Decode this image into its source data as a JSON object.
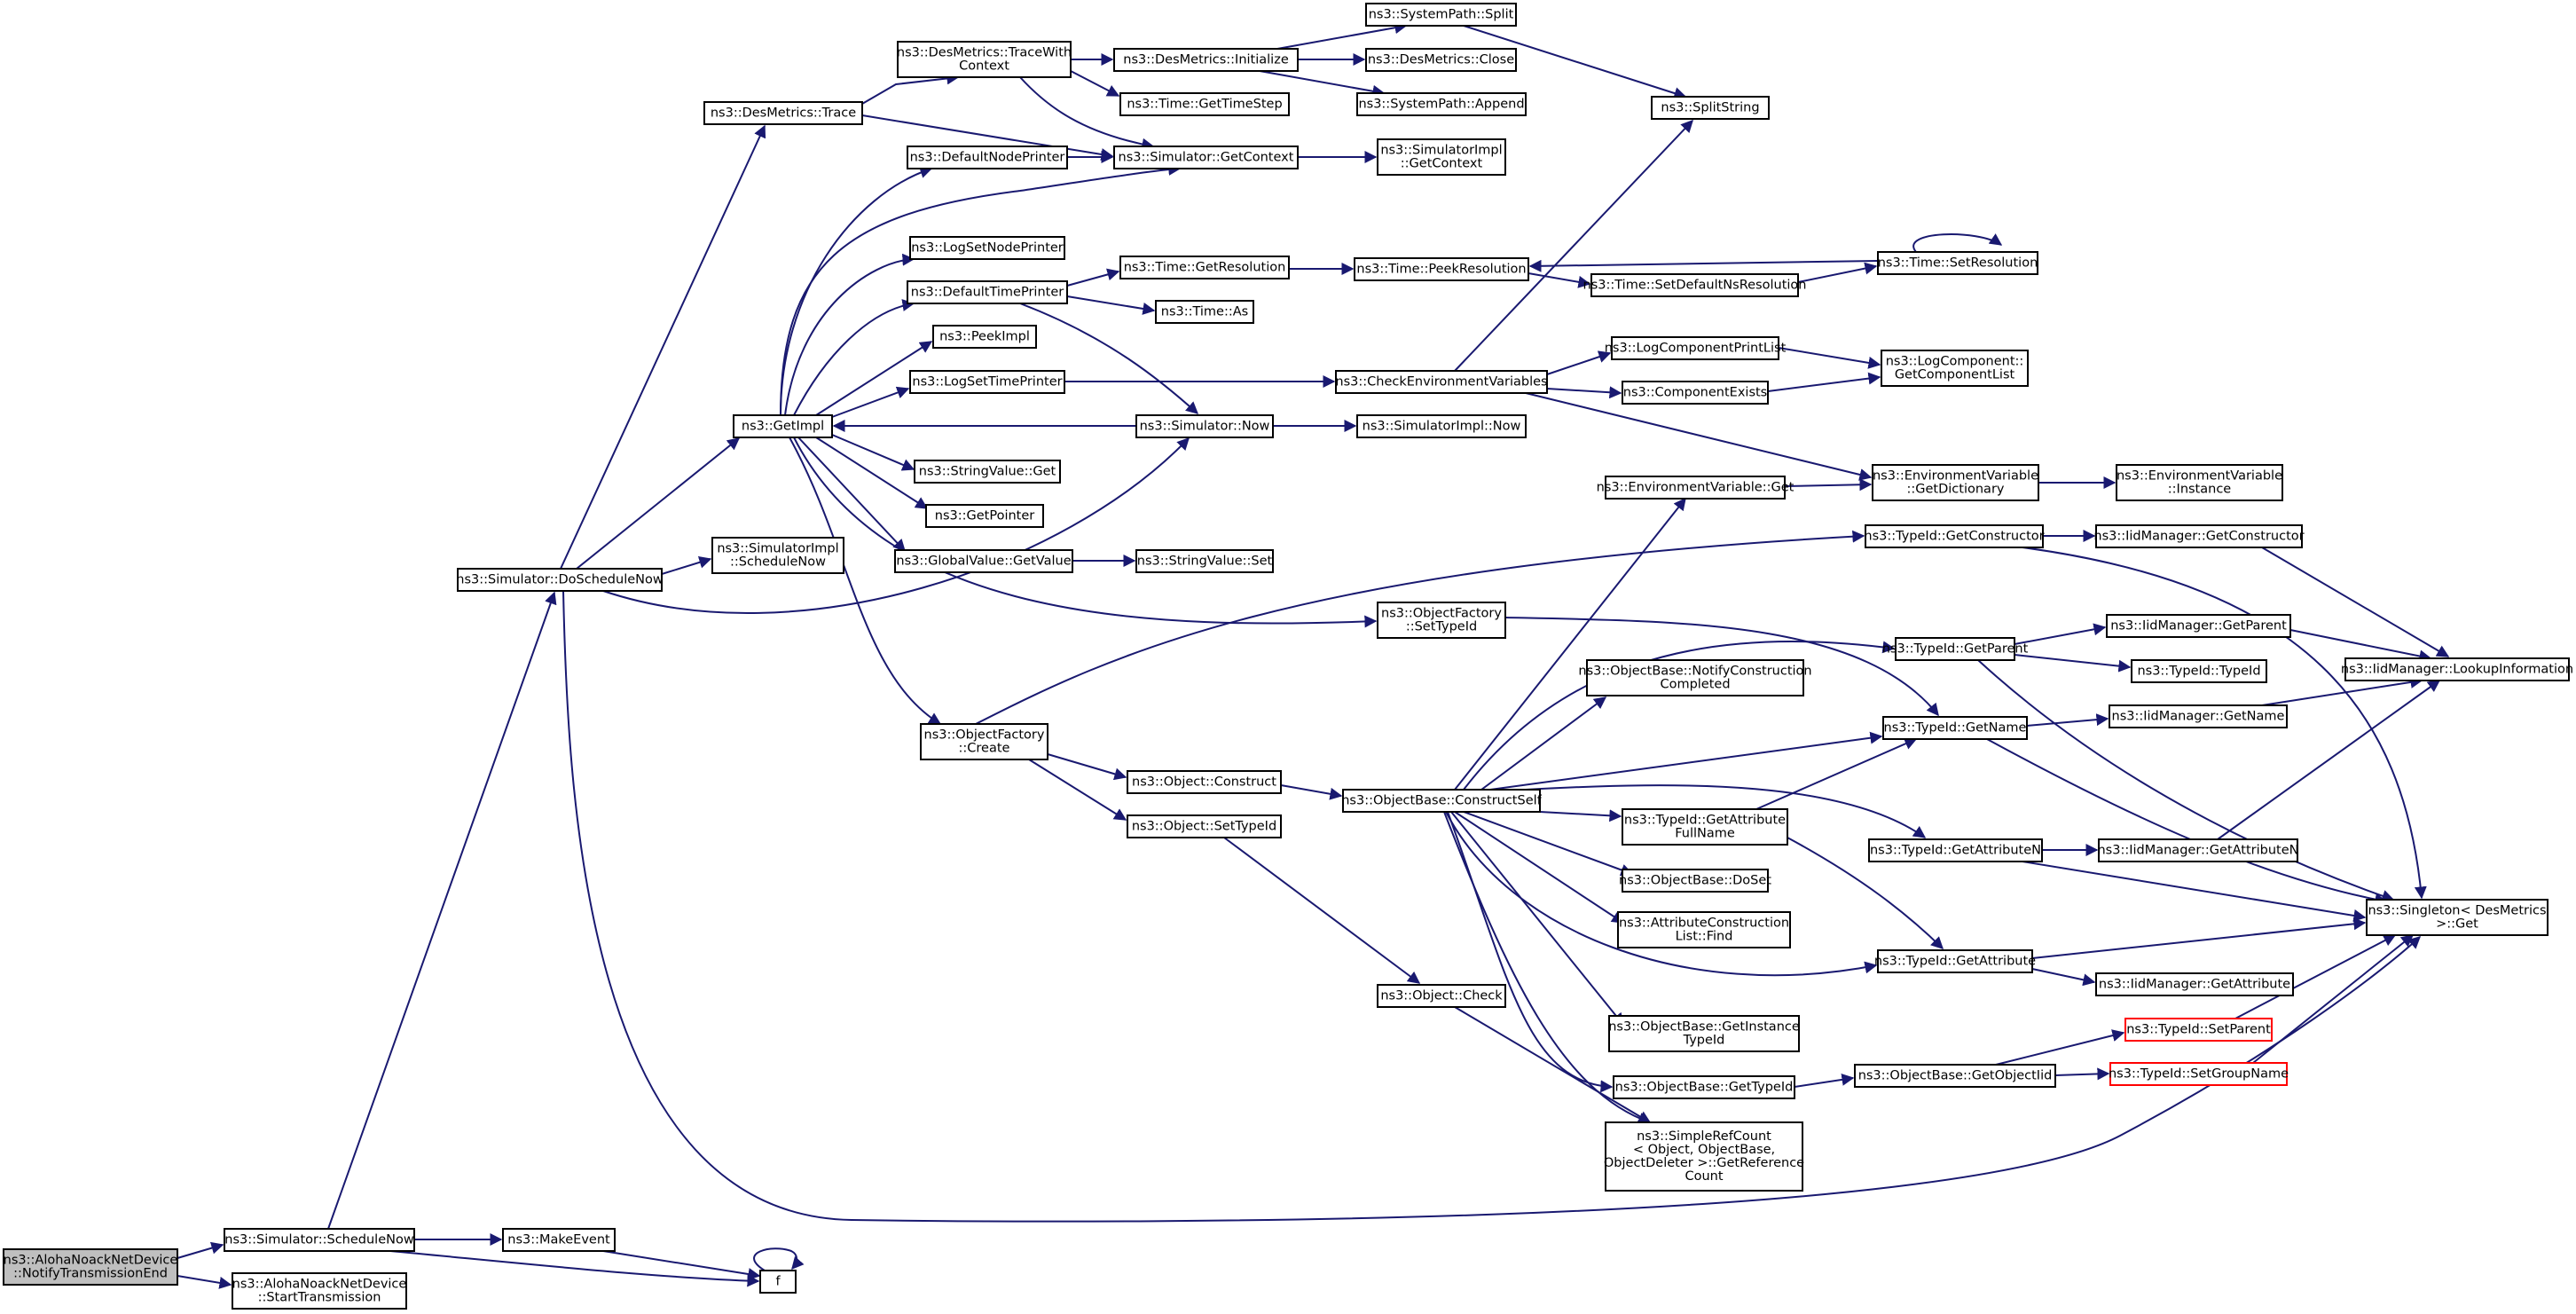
{
  "graph": {
    "title": "",
    "colors": {
      "edge": "#191970",
      "node_border": "#000000",
      "root_fill": "#bfbfbf",
      "truncated_border": "#ff0000"
    },
    "nodes": [
      {
        "id": "aloha_notify",
        "lines": [
          "ns3::AlohaNoackNetDevice",
          "::NotifyTransmissionEnd"
        ],
        "root": true
      },
      {
        "id": "sim_schedulenow",
        "lines": [
          "ns3::Simulator::ScheduleNow"
        ]
      },
      {
        "id": "aloha_start",
        "lines": [
          "ns3::AlohaNoackNetDevice",
          "::StartTransmission"
        ]
      },
      {
        "id": "makeevent",
        "lines": [
          "ns3::MakeEvent"
        ]
      },
      {
        "id": "f",
        "lines": [
          "f"
        ]
      },
      {
        "id": "doschedulenow",
        "lines": [
          "ns3::Simulator::DoScheduleNow"
        ]
      },
      {
        "id": "desmetrics_trace",
        "lines": [
          "ns3::DesMetrics::Trace"
        ]
      },
      {
        "id": "getimpl",
        "lines": [
          "ns3::GetImpl"
        ]
      },
      {
        "id": "simimpl_schedulenow",
        "lines": [
          "ns3::SimulatorImpl",
          "::ScheduleNow"
        ]
      },
      {
        "id": "traceswith",
        "lines": [
          "ns3::DesMetrics::TraceWith",
          "Context"
        ]
      },
      {
        "id": "sim_getcontext",
        "lines": [
          "ns3::Simulator::GetContext"
        ]
      },
      {
        "id": "desm_init",
        "lines": [
          "ns3::DesMetrics::Initialize"
        ]
      },
      {
        "id": "time_gettimestep",
        "lines": [
          "ns3::Time::GetTimeStep"
        ]
      },
      {
        "id": "syspath_split",
        "lines": [
          "ns3::SystemPath::Split"
        ]
      },
      {
        "id": "desm_close",
        "lines": [
          "ns3::DesMetrics::Close"
        ]
      },
      {
        "id": "syspath_append",
        "lines": [
          "ns3::SystemPath::Append"
        ]
      },
      {
        "id": "splitstring",
        "lines": [
          "ns3::SplitString"
        ]
      },
      {
        "id": "simimpl_getcontext",
        "lines": [
          "ns3::SimulatorImpl",
          "::GetContext"
        ]
      },
      {
        "id": "defaultnodeprinter",
        "lines": [
          "ns3::DefaultNodePrinter"
        ]
      },
      {
        "id": "logsetnodeprinter",
        "lines": [
          "ns3::LogSetNodePrinter"
        ]
      },
      {
        "id": "defaulttimeprinter",
        "lines": [
          "ns3::DefaultTimePrinter"
        ]
      },
      {
        "id": "peekimpl",
        "lines": [
          "ns3::PeekImpl"
        ]
      },
      {
        "id": "logsettimeprinter",
        "lines": [
          "ns3::LogSetTimePrinter"
        ]
      },
      {
        "id": "stringvalue_get",
        "lines": [
          "ns3::StringValue::Get"
        ]
      },
      {
        "id": "getpointer",
        "lines": [
          "ns3::GetPointer"
        ]
      },
      {
        "id": "globalvalue_getvalue",
        "lines": [
          "ns3::GlobalValue::GetValue"
        ]
      },
      {
        "id": "objectfactory_create",
        "lines": [
          "ns3::ObjectFactory",
          "::Create"
        ]
      },
      {
        "id": "time_getresolution",
        "lines": [
          "ns3::Time::GetResolution"
        ]
      },
      {
        "id": "time_as",
        "lines": [
          "ns3::Time::As"
        ]
      },
      {
        "id": "sim_now",
        "lines": [
          "ns3::Simulator::Now"
        ]
      },
      {
        "id": "stringvalue_set",
        "lines": [
          "ns3::StringValue::Set"
        ]
      },
      {
        "id": "object_construct",
        "lines": [
          "ns3::Object::Construct"
        ]
      },
      {
        "id": "object_settypeid",
        "lines": [
          "ns3::Object::SetTypeId"
        ]
      },
      {
        "id": "time_peekresolution",
        "lines": [
          "ns3::Time::PeekResolution"
        ]
      },
      {
        "id": "time_setdefaultns",
        "lines": [
          "ns3::Time::SetDefaultNsResolution"
        ]
      },
      {
        "id": "time_setresolution",
        "lines": [
          "ns3::Time::SetResolution"
        ]
      },
      {
        "id": "checkenv",
        "lines": [
          "ns3::CheckEnvironmentVariables"
        ]
      },
      {
        "id": "simimpl_now",
        "lines": [
          "ns3::SimulatorImpl::Now"
        ]
      },
      {
        "id": "objectfactory_settypeid",
        "lines": [
          "ns3::ObjectFactory",
          "::SetTypeId"
        ]
      },
      {
        "id": "objectbase_constructself",
        "lines": [
          "ns3::ObjectBase::ConstructSelf"
        ]
      },
      {
        "id": "object_check",
        "lines": [
          "ns3::Object::Check"
        ]
      },
      {
        "id": "logcomponentprintlist",
        "lines": [
          "ns3::LogComponentPrintList"
        ]
      },
      {
        "id": "componentexists",
        "lines": [
          "ns3::ComponentExists"
        ]
      },
      {
        "id": "logcomponent_getlist",
        "lines": [
          "ns3::LogComponent::",
          "GetComponentList"
        ]
      },
      {
        "id": "envvar_get",
        "lines": [
          "ns3::EnvironmentVariable::Get"
        ]
      },
      {
        "id": "envvar_getdict",
        "lines": [
          "ns3::EnvironmentVariable",
          "::GetDictionary"
        ]
      },
      {
        "id": "envvar_instance",
        "lines": [
          "ns3::EnvironmentVariable",
          "::Instance"
        ]
      },
      {
        "id": "typeid_getconstructor",
        "lines": [
          "ns3::TypeId::GetConstructor"
        ]
      },
      {
        "id": "iidmanager_getconstructor",
        "lines": [
          "ns3::IidManager::GetConstructor"
        ]
      },
      {
        "id": "typeid_getparent",
        "lines": [
          "ns3::TypeId::GetParent"
        ]
      },
      {
        "id": "iidmanager_getparent",
        "lines": [
          "ns3::IidManager::GetParent"
        ]
      },
      {
        "id": "typeid_typeid",
        "lines": [
          "ns3::TypeId::TypeId"
        ]
      },
      {
        "id": "iidmanager_lookup",
        "lines": [
          "ns3::IidManager::LookupInformation"
        ]
      },
      {
        "id": "objectbase_notify",
        "lines": [
          "ns3::ObjectBase::NotifyConstruction",
          "Completed"
        ]
      },
      {
        "id": "typeid_getname",
        "lines": [
          "ns3::TypeId::GetName"
        ]
      },
      {
        "id": "iidmanager_getname",
        "lines": [
          "ns3::IidManager::GetName"
        ]
      },
      {
        "id": "typeid_getattributefullname",
        "lines": [
          "ns3::TypeId::GetAttribute",
          "FullName"
        ]
      },
      {
        "id": "typeid_getattributen",
        "lines": [
          "ns3::TypeId::GetAttributeN"
        ]
      },
      {
        "id": "iidmanager_getattributen",
        "lines": [
          "ns3::IidManager::GetAttributeN"
        ]
      },
      {
        "id": "objectbase_doset",
        "lines": [
          "ns3::ObjectBase::DoSet"
        ]
      },
      {
        "id": "attrconstruction_find",
        "lines": [
          "ns3::AttributeConstruction",
          "List::Find"
        ]
      },
      {
        "id": "singleton_get",
        "lines": [
          "ns3::Singleton< DesMetrics",
          " >::Get"
        ]
      },
      {
        "id": "typeid_getattribute",
        "lines": [
          "ns3::TypeId::GetAttribute"
        ]
      },
      {
        "id": "iidmanager_getattribute",
        "lines": [
          "ns3::IidManager::GetAttribute"
        ]
      },
      {
        "id": "objectbase_getinstancetypeid",
        "lines": [
          "ns3::ObjectBase::GetInstance",
          "TypeId"
        ]
      },
      {
        "id": "typeid_setparent",
        "lines": [
          "ns3::TypeId::SetParent"
        ],
        "truncated": true
      },
      {
        "id": "objectbase_gettypeid",
        "lines": [
          "ns3::ObjectBase::GetTypeId"
        ]
      },
      {
        "id": "objectbase_getobjectiid",
        "lines": [
          "ns3::ObjectBase::GetObjectIid"
        ]
      },
      {
        "id": "typeid_setgroupname",
        "lines": [
          "ns3::TypeId::SetGroupName"
        ],
        "truncated": true
      },
      {
        "id": "simplerefcount",
        "lines": [
          "ns3::SimpleRefCount",
          "< Object, ObjectBase,",
          "ObjectDeleter >::GetReference",
          "Count"
        ]
      }
    ]
  }
}
